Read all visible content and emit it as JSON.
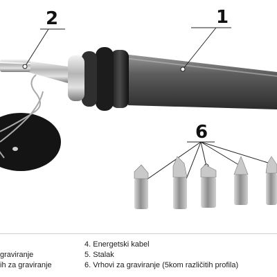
{
  "callouts": {
    "soldering_iron": "1",
    "heating_element": "2",
    "tips": "6"
  },
  "legend": {
    "left": {
      "line1": "graviranje",
      "line2": "ih za graviranje"
    },
    "right": {
      "line1": "4. Energetski kabel",
      "line2": "5. Stalak",
      "line3": "6. Vrhovi za graviranje (5kom različitih profila)"
    }
  }
}
